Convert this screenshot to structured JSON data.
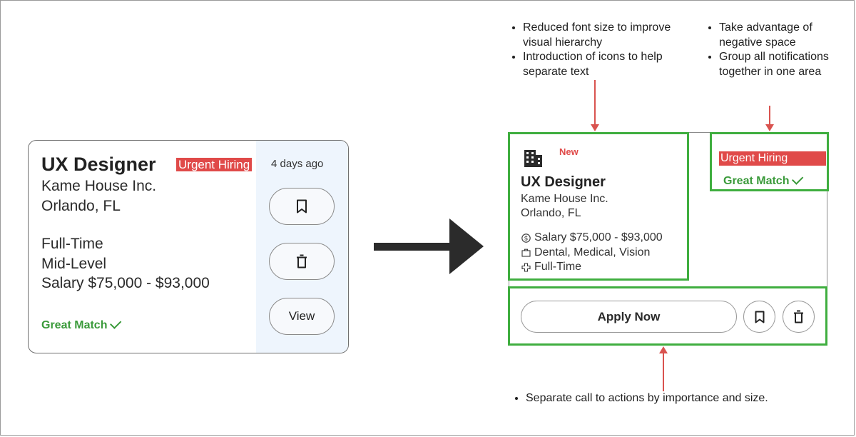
{
  "before_card": {
    "title": "UX Designer",
    "urgent_badge": "Urgent Hiring",
    "posted": "4 days ago",
    "company": "Kame House Inc.",
    "location": "Orlando, FL",
    "job_type": "Full-Time",
    "level": "Mid-Level",
    "salary": "Salary $75,000 - $93,000",
    "match": "Great Match",
    "view_button": "View"
  },
  "after_card": {
    "new_label": "New",
    "title": "UX Designer",
    "company": "Kame House Inc.",
    "location": "Orlando, FL",
    "salary": "Salary $75,000 - $93,000",
    "benefits": "Dental, Medical, Vision",
    "job_type": "Full-Time",
    "urgent_badge": "Urgent Hiring",
    "match": "Great Match",
    "apply_button": "Apply Now"
  },
  "annotations": {
    "top_left": [
      "Reduced font size to improve visual hierarchy",
      "Introduction of icons to help separate text"
    ],
    "top_right": [
      "Take advantage of negative space",
      "Group all notifications together in one area"
    ],
    "bottom": [
      "Separate call to actions by importance and size."
    ]
  },
  "colors": {
    "urgent_red": "#e04a49",
    "match_green": "#3a9a3a",
    "highlight_green": "#3fae3f",
    "annotation_red": "#d9534f",
    "side_panel_blue": "#eef5fd"
  },
  "icons": [
    "building-icon",
    "dollar-circle-icon",
    "briefcase-icon",
    "medical-cross-icon",
    "bookmark-icon",
    "trash-icon",
    "check-icon",
    "arrow-right-icon"
  ]
}
